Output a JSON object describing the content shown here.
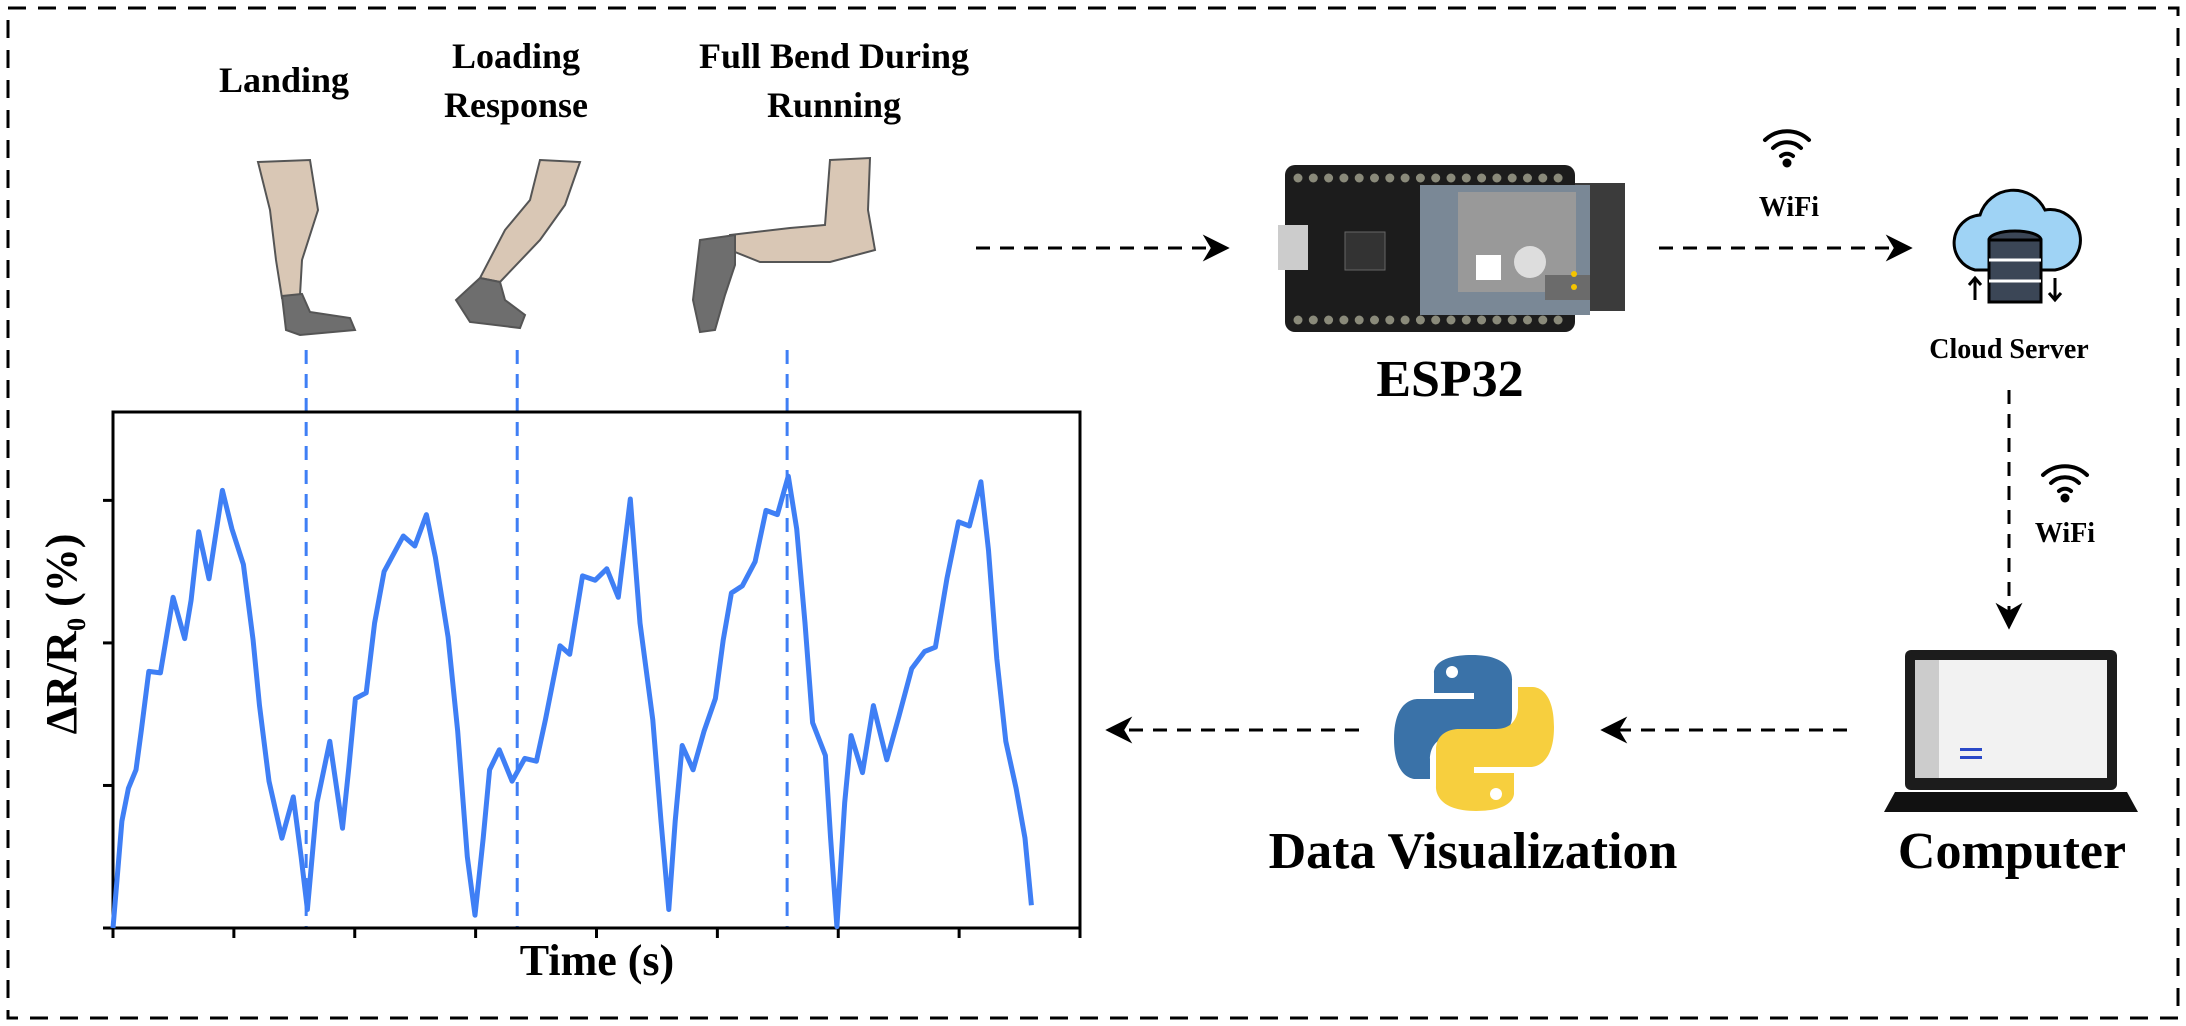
{
  "gait_phases": [
    {
      "label_lines": [
        "Landing"
      ]
    },
    {
      "label_lines": [
        "Loading",
        "Response"
      ]
    },
    {
      "label_lines": [
        "Full Bend During",
        "Running"
      ]
    }
  ],
  "esp32": {
    "label": "ESP32"
  },
  "wifi_labels": [
    "WiFi",
    "WiFi"
  ],
  "cloud": {
    "label": "Cloud Server"
  },
  "computer": {
    "label": "Computer"
  },
  "visualization": {
    "label": "Data Visualization"
  },
  "colors": {
    "signal": "#3f7ff5",
    "skin": "#d9c7b5",
    "shoe": "#6e6e6e",
    "python_blue": "#3a72a8",
    "python_yellow": "#f7cf3e"
  },
  "chart_data": {
    "type": "line",
    "xlabel": "Time (s)",
    "ylabel": "ΔR/R₀ (%)",
    "xlim": [
      0,
      8
    ],
    "ylim": [
      0,
      3.62
    ],
    "x_ticks": [
      0,
      1,
      2,
      3,
      4,
      5,
      6,
      7,
      8
    ],
    "y_ticks": [
      0,
      1,
      2,
      3
    ],
    "tick_labels_shown": false,
    "phase_markers_x": [
      1.598,
      3.344,
      5.577
    ],
    "series": [
      {
        "name": "ΔR/R₀",
        "x": [
          0,
          0.074,
          0.127,
          0.19,
          0.233,
          0.296,
          0.392,
          0.497,
          0.593,
          0.646,
          0.709,
          0.794,
          0.905,
          0.984,
          1.079,
          1.159,
          1.212,
          1.291,
          1.397,
          1.492,
          1.556,
          1.608,
          1.688,
          1.794,
          1.899,
          1.952,
          2.005,
          2.095,
          2.164,
          2.243,
          2.402,
          2.497,
          2.593,
          2.667,
          2.772,
          2.852,
          2.931,
          2.995,
          3.063,
          3.116,
          3.196,
          3.302,
          3.407,
          3.503,
          3.577,
          3.698,
          3.778,
          3.884,
          3.989,
          4.085,
          4.18,
          4.28,
          4.36,
          4.466,
          4.534,
          4.598,
          4.651,
          4.709,
          4.799,
          4.889,
          4.984,
          5.048,
          5.116,
          5.206,
          5.312,
          5.402,
          5.497,
          5.587,
          5.656,
          5.725,
          5.788,
          5.894,
          5.937,
          5.989,
          6.053,
          6.106,
          6.201,
          6.291,
          6.402,
          6.503,
          6.608,
          6.714,
          6.804,
          6.899,
          6.995,
          7.085,
          7.18,
          7.243,
          7.312,
          7.386,
          7.471,
          7.545,
          7.598
        ],
        "y": [
          0,
          0.75,
          0.98,
          1.11,
          1.38,
          1.8,
          1.79,
          2.32,
          2.03,
          2.3,
          2.78,
          2.45,
          3.07,
          2.8,
          2.55,
          2.02,
          1.56,
          1.03,
          0.63,
          0.92,
          0.5,
          0.13,
          0.88,
          1.31,
          0.7,
          1.13,
          1.61,
          1.65,
          2.14,
          2.5,
          2.75,
          2.68,
          2.9,
          2.6,
          2.04,
          1.38,
          0.5,
          0.09,
          0.63,
          1.11,
          1.25,
          1.03,
          1.19,
          1.17,
          1.46,
          1.98,
          1.92,
          2.47,
          2.44,
          2.52,
          2.32,
          3.01,
          2.14,
          1.46,
          0.75,
          0.13,
          0.75,
          1.28,
          1.11,
          1.38,
          1.61,
          2.02,
          2.35,
          2.4,
          2.57,
          2.93,
          2.9,
          3.17,
          2.8,
          2.14,
          1.44,
          1.21,
          0.63,
          0.01,
          0.88,
          1.35,
          1.09,
          1.56,
          1.18,
          1.49,
          1.82,
          1.94,
          1.97,
          2.45,
          2.85,
          2.82,
          3.13,
          2.65,
          1.89,
          1.31,
          0.98,
          0.63,
          0.16
        ]
      }
    ]
  }
}
